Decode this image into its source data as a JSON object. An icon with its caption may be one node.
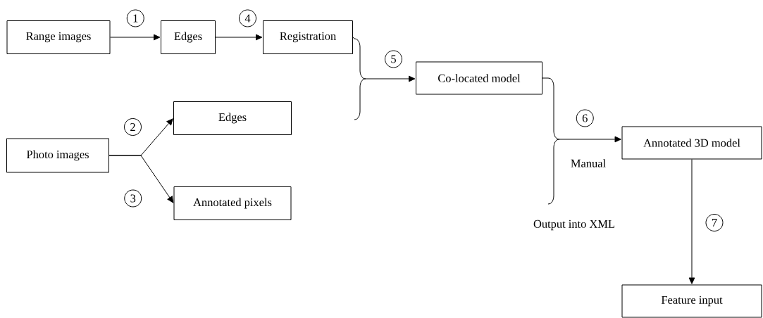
{
  "diagram": {
    "nodes": [
      {
        "text": [
          "Range images"
        ]
      },
      {
        "text": [
          "Edges"
        ]
      },
      {
        "text": [
          "Registration"
        ]
      },
      {
        "text": [
          "Photo images"
        ]
      },
      {
        "text": [
          "Edges"
        ]
      },
      {
        "text": [
          "Annotated pixels"
        ]
      },
      {
        "text": [
          "Co-located model"
        ]
      },
      {
        "text": [
          "Annotated 3D model"
        ]
      },
      {
        "text": [
          "Feature input"
        ]
      }
    ],
    "edges": [
      {
        "from": 0,
        "to": 1,
        "arrow": "to",
        "label": "1"
      },
      {
        "from": 1,
        "to": 2,
        "arrow": "to",
        "label": "4"
      },
      {
        "from": 3,
        "to": 4,
        "arrow": "to",
        "label": "2"
      },
      {
        "from": 3,
        "to": 5,
        "arrow": "to",
        "label": "3"
      },
      {
        "from": 2,
        "to": 6,
        "arrow": "to",
        "label": "5"
      },
      {
        "from": 6,
        "to": 7,
        "arrow": "to",
        "label": "6"
      },
      {
        "from": 7,
        "to": 8,
        "arrow": "to",
        "label": "7"
      }
    ],
    "labels": [
      "Manual",
      "Output into XML"
    ]
  }
}
